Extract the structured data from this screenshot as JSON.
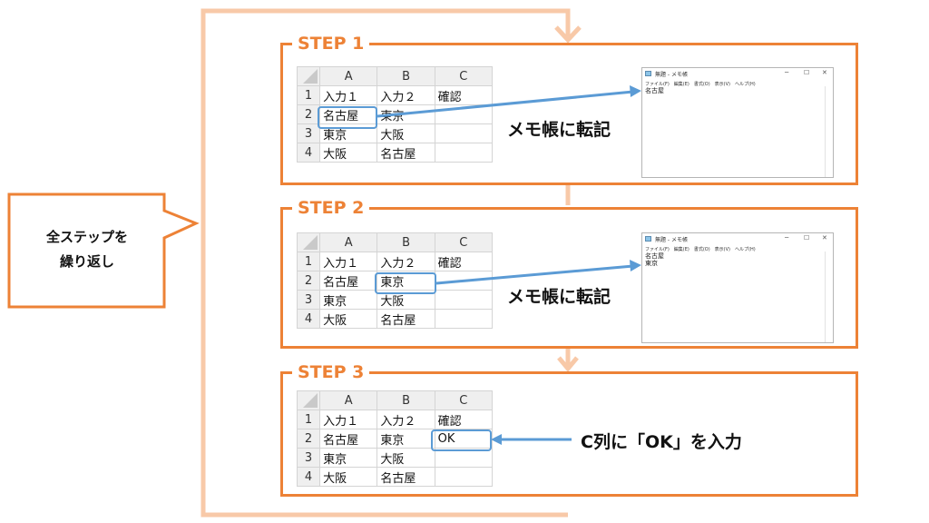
{
  "callout": {
    "line1": "全ステップを",
    "line2": "繰り返し"
  },
  "sheet": {
    "columns": [
      "A",
      "B",
      "C"
    ],
    "row_numbers": [
      "1",
      "2",
      "3",
      "4"
    ]
  },
  "steps": [
    {
      "title": "STEP 1",
      "rows": [
        [
          "入力１",
          "入力２",
          "確認"
        ],
        [
          "名古屋",
          "東京",
          ""
        ],
        [
          "東京",
          "大阪",
          ""
        ],
        [
          "大阪",
          "名古屋",
          ""
        ]
      ],
      "caption": "メモ帳に転記",
      "notepad": {
        "title": "無題 - メモ帳",
        "menu": "ファイル(F)　編集(E)　書式(O)　表示(V)　ヘルプ(H)",
        "text": "名古屋"
      }
    },
    {
      "title": "STEP 2",
      "rows": [
        [
          "入力１",
          "入力２",
          "確認"
        ],
        [
          "名古屋",
          "東京",
          ""
        ],
        [
          "東京",
          "大阪",
          ""
        ],
        [
          "大阪",
          "名古屋",
          ""
        ]
      ],
      "caption": "メモ帳に転記",
      "notepad": {
        "title": "無題 - メモ帳",
        "menu": "ファイル(F)　編集(E)　書式(O)　表示(V)　ヘルプ(H)",
        "text": "名古屋\n東京"
      }
    },
    {
      "title": "STEP 3",
      "rows": [
        [
          "入力１",
          "入力２",
          "確認"
        ],
        [
          "名古屋",
          "東京",
          "OK"
        ],
        [
          "東京",
          "大阪",
          ""
        ],
        [
          "大阪",
          "名古屋",
          ""
        ]
      ],
      "caption": "C列に「OK」を入力"
    }
  ],
  "colors": {
    "orange": "#ed8236",
    "loop": "#f8c9a8",
    "blue": "#5b9bd5"
  }
}
